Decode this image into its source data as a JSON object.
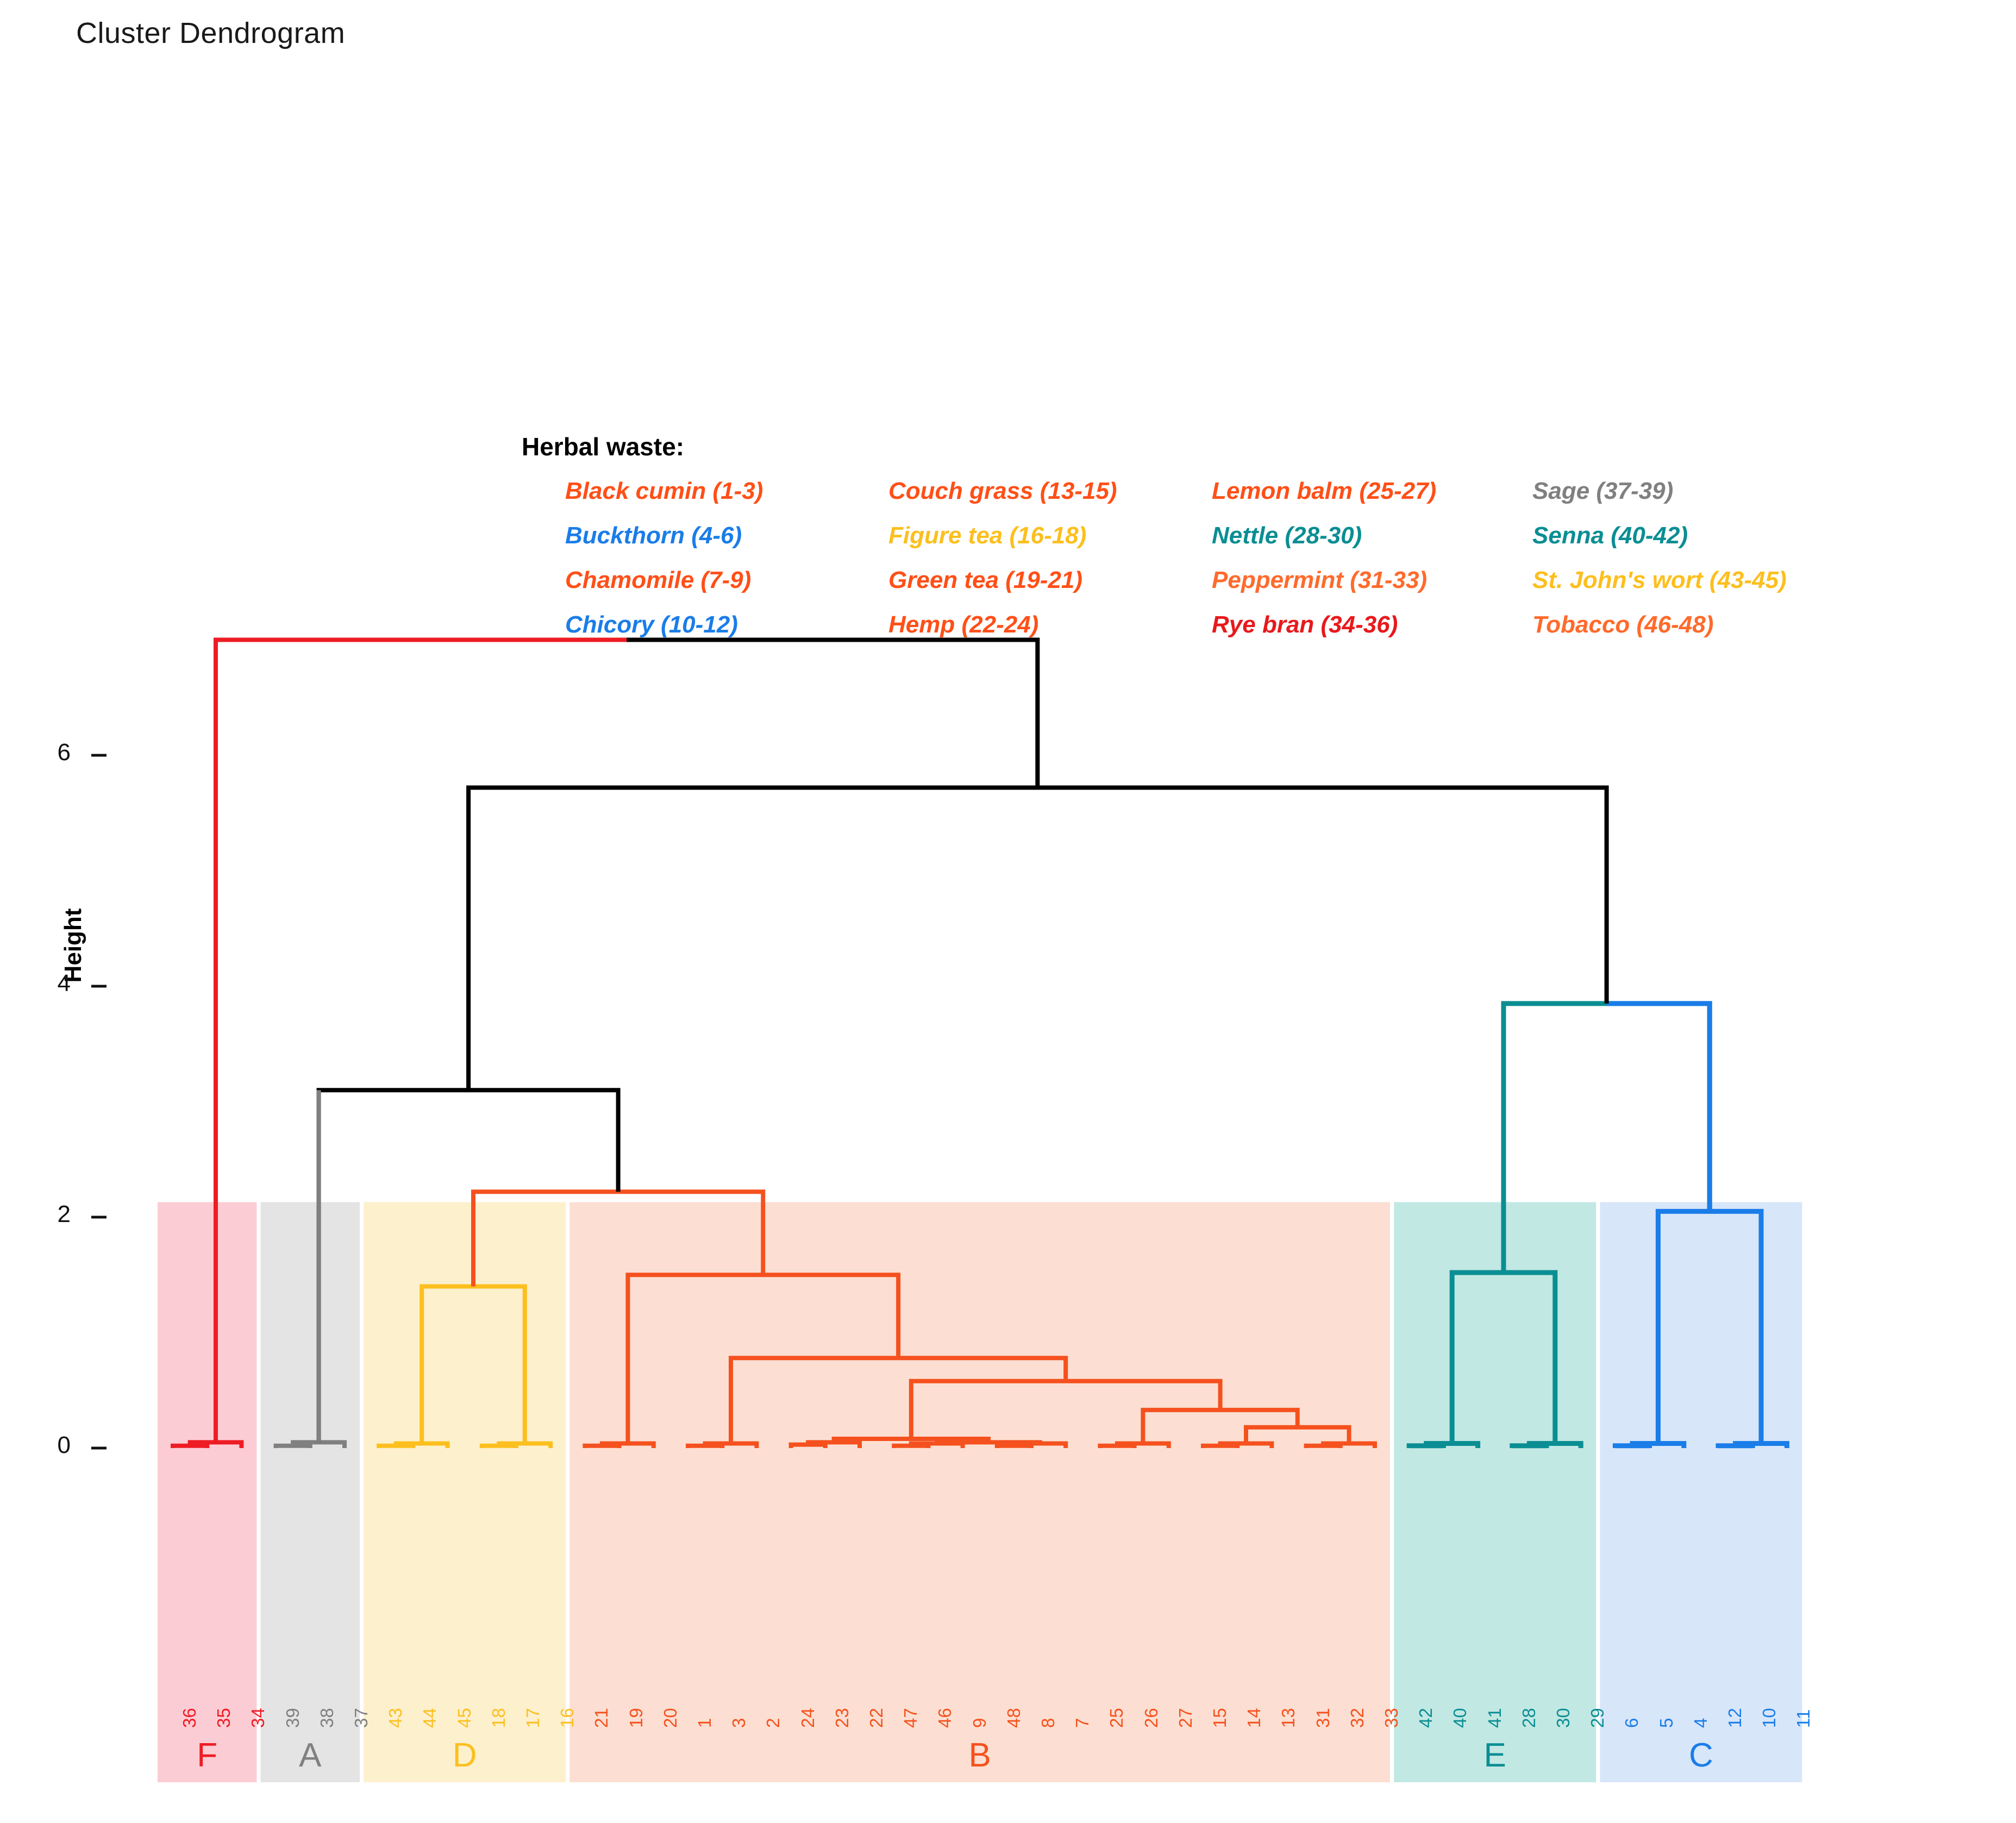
{
  "title": "Cluster Dendrogram",
  "axis": {
    "ylabel": "Height",
    "yticks": [
      "6",
      "4",
      "2",
      "0"
    ],
    "ytick_values": [
      6,
      4,
      2,
      0
    ]
  },
  "legend": {
    "title": "Herbal waste:",
    "items": [
      {
        "label": "Black cumin (1-3)",
        "color": "#ff4f17"
      },
      {
        "label": "Couch grass (13-15)",
        "color": "#ff4f17"
      },
      {
        "label": "Lemon balm (25-27)",
        "color": "#ff4f17"
      },
      {
        "label": "Sage (37-39)",
        "color": "#808080"
      },
      {
        "label": "Buckthorn (4-6)",
        "color": "#1a7de8"
      },
      {
        "label": "Figure tea (16-18)",
        "color": "#fcbf1e"
      },
      {
        "label": "Nettle (28-30)",
        "color": "#0a8e93"
      },
      {
        "label": "Senna (40-42)",
        "color": "#0a8e93"
      },
      {
        "label": "Chamomile (7-9)",
        "color": "#ff4f17"
      },
      {
        "label": "Green tea (19-21)",
        "color": "#ff4f17"
      },
      {
        "label": "Peppermint (31-33)",
        "color": "#ff6a2b"
      },
      {
        "label": "St. John's wort (43-45)",
        "color": "#fcbf1e"
      },
      {
        "label": "Chicory (10-12)",
        "color": "#1a7de8"
      },
      {
        "label": "Hemp (22-24)",
        "color": "#ff4f17"
      },
      {
        "label": "Rye bran (34-36)",
        "color": "#e8191c"
      },
      {
        "label": "Tobacco (46-48)",
        "color": "#ff6a2b"
      }
    ]
  },
  "chart_data": {
    "type": "dendrogram",
    "title": "Cluster Dendrogram",
    "xlabel": "",
    "ylabel": "Height",
    "ylim": [
      0,
      7.05
    ],
    "yticks": [
      0,
      2,
      4,
      6
    ],
    "grid": false,
    "leaf_order": [
      36,
      35,
      34,
      39,
      38,
      37,
      43,
      44,
      45,
      18,
      17,
      16,
      21,
      19,
      20,
      1,
      3,
      2,
      24,
      23,
      22,
      47,
      46,
      9,
      48,
      8,
      7,
      25,
      26,
      27,
      15,
      14,
      13,
      31,
      32,
      33,
      42,
      40,
      41,
      28,
      30,
      29,
      6,
      5,
      4,
      12,
      10,
      11
    ],
    "clusters": [
      {
        "id": "F",
        "label": "F",
        "color": "#ee1c24",
        "band": "#fcccd4",
        "leaves": [
          36,
          35,
          34
        ],
        "start_index": 0,
        "end_index": 2,
        "merge_height": 0.05
      },
      {
        "id": "A",
        "label": "A",
        "color": "#808080",
        "band": "#e4e4e4",
        "leaves": [
          39,
          38,
          37
        ],
        "start_index": 3,
        "end_index": 5,
        "merge_height": 0.05
      },
      {
        "id": "D",
        "label": "D",
        "color": "#fcbf1e",
        "band": "#fdf0cd",
        "leaves": [
          43,
          44,
          45,
          18,
          17,
          16
        ],
        "start_index": 6,
        "end_index": 11,
        "merge_height": 1.4
      },
      {
        "id": "B",
        "label": "B",
        "color": "#f5511e",
        "band": "#fcdfd2",
        "leaves": [
          21,
          19,
          20,
          1,
          3,
          2,
          24,
          23,
          22,
          47,
          46,
          9,
          48,
          8,
          7,
          25,
          26,
          27,
          15,
          14,
          13,
          31,
          32,
          33
        ],
        "start_index": 12,
        "end_index": 35,
        "merge_height": 1.5
      },
      {
        "id": "E",
        "label": "E",
        "color": "#0a8e93",
        "band": "#c2e8e3",
        "leaves": [
          42,
          40,
          41,
          28,
          30,
          29
        ],
        "start_index": 36,
        "end_index": 41,
        "merge_height": 1.52
      },
      {
        "id": "C",
        "label": "C",
        "color": "#1a7de8",
        "band": "#d8e6fa",
        "leaves": [
          6,
          5,
          4,
          12,
          10,
          11
        ],
        "start_index": 42,
        "end_index": 47,
        "merge_height": 2.05
      }
    ],
    "leaf_colors": {
      "F": "#ee1c24",
      "A": "#808080",
      "D": "#fcbf1e",
      "B": "#f5511e",
      "E": "#0a8e93",
      "C": "#1a7de8"
    },
    "merges": [
      {
        "name": "root",
        "height": 7.0,
        "left": "F",
        "right": "node_main",
        "color": "#000000"
      },
      {
        "name": "node_main",
        "height": 5.72,
        "left": "node_ADB",
        "right": "node_EC",
        "color": "#000000"
      },
      {
        "name": "node_ADB",
        "height": 3.1,
        "left": "A",
        "right": "node_DB",
        "color": "#000000"
      },
      {
        "name": "node_DB",
        "height": 2.22,
        "left": "D",
        "right": "B",
        "color": "#f5511e"
      },
      {
        "name": "node_EC",
        "height": 3.85,
        "left": "E",
        "right": "C",
        "color": "#0a8e93"
      }
    ],
    "n_leaves": 48,
    "cluster_letters": [
      "F",
      "A",
      "D",
      "B",
      "E",
      "C"
    ]
  }
}
